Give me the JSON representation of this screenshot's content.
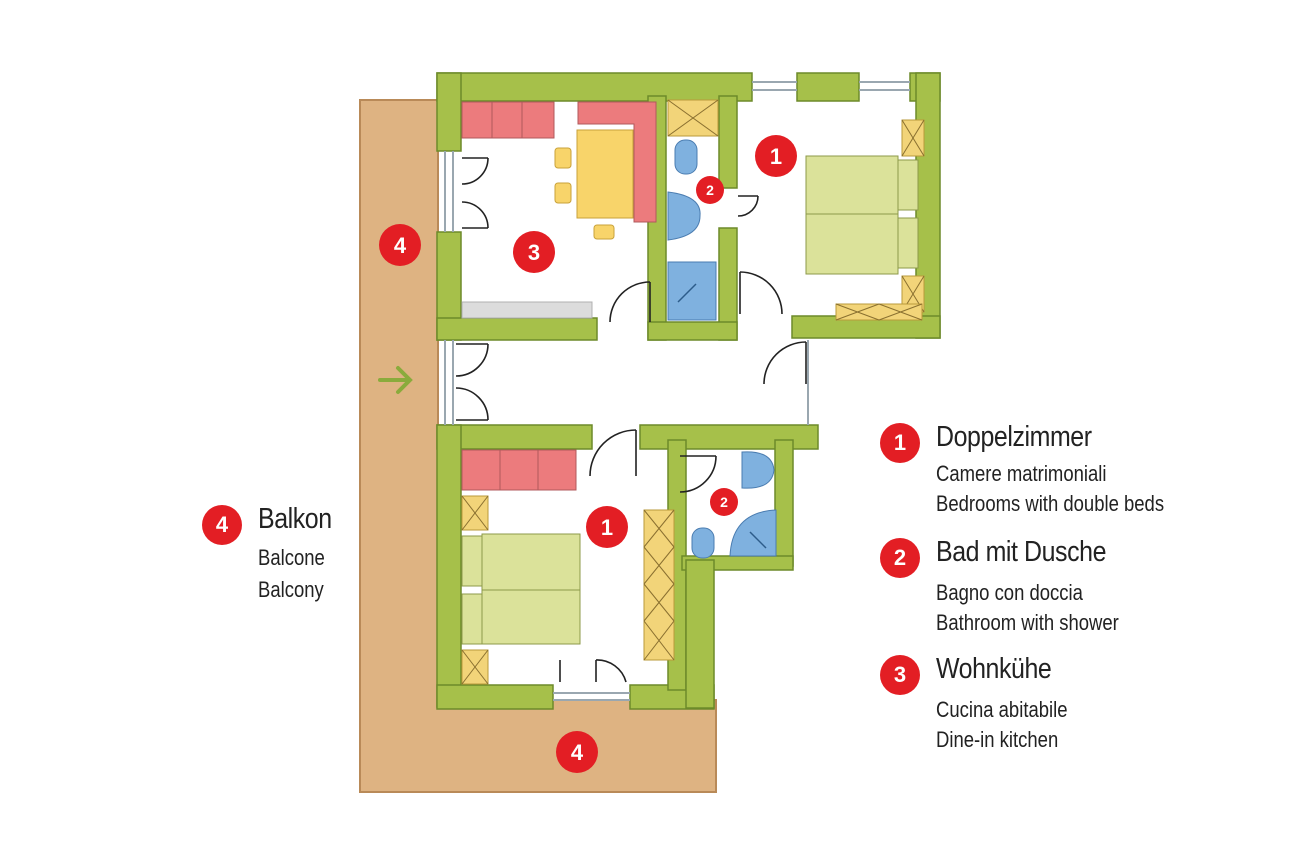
{
  "colors": {
    "wall": "#a6c04a",
    "wall_edge": "#6d8a2a",
    "balcony": "#deb382",
    "bed": "#dbe29a",
    "sofa": "#ec7b7d",
    "table": "#f8d46a",
    "wardrobe": "#f2d479",
    "bath_fixture": "#7fb1df",
    "marker": "#e31e24",
    "counter": "#dcdcdc",
    "arrow": "#8aab3c"
  },
  "icons": {
    "entrance_arrow": "right-arrow-icon"
  },
  "plan_markers": [
    {
      "id": "kitchen",
      "label": "3"
    },
    {
      "id": "bedroom-top",
      "label": "1"
    },
    {
      "id": "bath-top",
      "label": "2"
    },
    {
      "id": "balcony-left",
      "label": "4"
    },
    {
      "id": "bedroom-bottom",
      "label": "1"
    },
    {
      "id": "bath-bottom",
      "label": "2"
    },
    {
      "id": "balcony-bottom",
      "label": "4"
    }
  ],
  "legend": [
    {
      "number": "1",
      "title": "Doppelzimmer",
      "sub1": "Camere matrimoniali",
      "sub2": "Bedrooms with double beds"
    },
    {
      "number": "2",
      "title": "Bad mit Dusche",
      "sub1": "Bagno con doccia",
      "sub2": "Bathroom with shower"
    },
    {
      "number": "3",
      "title": "Wohnkühe",
      "sub1": "Cucina abitabile",
      "sub2": "Dine-in kitchen"
    }
  ],
  "balkon_legend": {
    "number": "4",
    "title": "Balkon",
    "sub1": "Balcone",
    "sub2": "Balcony"
  }
}
